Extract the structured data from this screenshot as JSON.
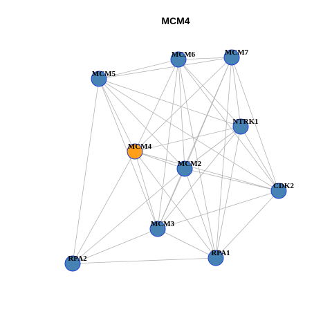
{
  "title": "MCM4",
  "colors": {
    "node_fill": "#4682b4",
    "highlight_fill": "#ff9f1a",
    "node_stroke": "#1f3fd6",
    "edge": "#b3b3b3"
  },
  "nodes": [
    {
      "id": "MCM6",
      "label": "MCM6",
      "highlight": false
    },
    {
      "id": "MCM7",
      "label": "MCM7",
      "highlight": false
    },
    {
      "id": "MCM5",
      "label": "MCM5",
      "highlight": false
    },
    {
      "id": "NTRK1",
      "label": "NTRK1",
      "highlight": false
    },
    {
      "id": "MCM4",
      "label": "MCM4",
      "highlight": true
    },
    {
      "id": "MCM2",
      "label": "MCM2",
      "highlight": false
    },
    {
      "id": "CDK2",
      "label": "CDK2",
      "highlight": false
    },
    {
      "id": "MCM3",
      "label": "MCM3",
      "highlight": false
    },
    {
      "id": "RPA2",
      "label": "RPA2",
      "highlight": false
    },
    {
      "id": "RPA1",
      "label": "RPA1",
      "highlight": false
    }
  ],
  "edges": [
    [
      "MCM6",
      "MCM7"
    ],
    [
      "MCM6",
      "MCM5"
    ],
    [
      "MCM6",
      "NTRK1"
    ],
    [
      "MCM6",
      "MCM4"
    ],
    [
      "MCM6",
      "MCM2"
    ],
    [
      "MCM6",
      "CDK2"
    ],
    [
      "MCM6",
      "MCM3"
    ],
    [
      "MCM6",
      "RPA1"
    ],
    [
      "MCM7",
      "MCM5"
    ],
    [
      "MCM7",
      "NTRK1"
    ],
    [
      "MCM7",
      "MCM4"
    ],
    [
      "MCM7",
      "MCM2"
    ],
    [
      "MCM7",
      "CDK2"
    ],
    [
      "MCM7",
      "MCM3"
    ],
    [
      "MCM7",
      "RPA1"
    ],
    [
      "MCM5",
      "NTRK1"
    ],
    [
      "MCM5",
      "MCM4"
    ],
    [
      "MCM5",
      "MCM2"
    ],
    [
      "MCM5",
      "MCM3"
    ],
    [
      "MCM5",
      "CDK2"
    ],
    [
      "MCM5",
      "RPA2"
    ],
    [
      "NTRK1",
      "MCM4"
    ],
    [
      "NTRK1",
      "MCM2"
    ],
    [
      "NTRK1",
      "CDK2"
    ],
    [
      "NTRK1",
      "MCM3"
    ],
    [
      "NTRK1",
      "RPA1"
    ],
    [
      "MCM4",
      "MCM2"
    ],
    [
      "MCM4",
      "CDK2"
    ],
    [
      "MCM4",
      "MCM3"
    ],
    [
      "MCM4",
      "RPA2"
    ],
    [
      "MCM4",
      "RPA1"
    ],
    [
      "MCM2",
      "CDK2"
    ],
    [
      "MCM2",
      "MCM3"
    ],
    [
      "MCM2",
      "RPA2"
    ],
    [
      "MCM2",
      "RPA1"
    ],
    [
      "CDK2",
      "MCM3"
    ],
    [
      "CDK2",
      "RPA1"
    ],
    [
      "MCM3",
      "RPA2"
    ],
    [
      "MCM3",
      "RPA1"
    ],
    [
      "RPA2",
      "RPA1"
    ]
  ]
}
